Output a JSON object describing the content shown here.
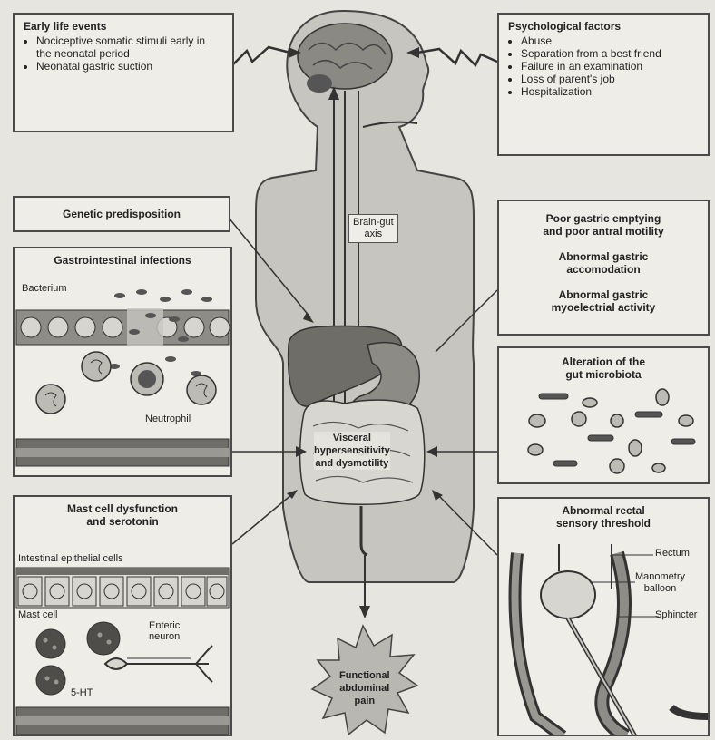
{
  "early_life": {
    "title": "Early life events",
    "items": [
      "Nociceptive somatic stimuli early in the neonatal period",
      "Neonatal gastric suction"
    ]
  },
  "psychological": {
    "title": "Psychological factors",
    "items": [
      "Abuse",
      "Separation from a best friend",
      "Failure in an examination",
      "Loss of parent's job",
      "Hospitalization"
    ]
  },
  "genetic": {
    "title": "Genetic predisposition"
  },
  "gi_infections": {
    "title": "Gastrointestinal infections",
    "bacterium_label": "Bacterium",
    "neutrophil_label": "Neutrophil"
  },
  "mast_cell": {
    "title_line1": "Mast cell dysfunction",
    "title_line2": "and serotonin",
    "epithelial_label": "Intestinal epithelial cells",
    "mast_label": "Mast cell",
    "enteric_label_line1": "Enteric",
    "enteric_label_line2": "neuron",
    "serotonin_label": "5-HT"
  },
  "gastric": {
    "line1": "Poor gastric emptying",
    "line2": "and poor antral motility",
    "accom_line1": "Abnormal gastric",
    "accom_line2": "accomodation",
    "myo_line1": "Abnormal gastric",
    "myo_line2": "myoelectrial activity"
  },
  "microbiota": {
    "title_line1": "Alteration of the",
    "title_line2": "gut microbiota"
  },
  "rectal": {
    "title_line1": "Abnormal rectal",
    "title_line2": "sensory threshold",
    "rectum_label": "Rectum",
    "manometry_line1": "Manometry",
    "manometry_line2": "balloon",
    "sphincter_label": "Sphincter"
  },
  "body": {
    "axis_line1": "Brain-gut",
    "axis_line2": "axis",
    "visceral_line1": "Visceral",
    "visceral_line2": "hypersensitivity",
    "visceral_line3": "and dysmotility"
  },
  "outcome": {
    "line1": "Functional",
    "line2": "abdominal",
    "line3": "pain"
  }
}
